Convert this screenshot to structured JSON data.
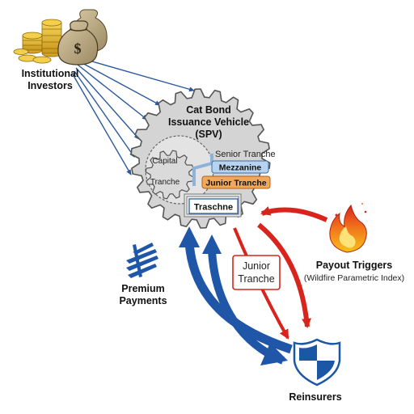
{
  "labels": {
    "investors_line1": "Institutional",
    "investors_line2": "Investors",
    "spv_line1": "Cat Bond",
    "spv_line2": "Issuance Vehicle",
    "spv_line3": "(SPV)",
    "senior_tranche": "Senior Tranche",
    "mezzanine": "Mezzanine",
    "junior_tranche_inner": "Junior Tranche",
    "capital": "Capital",
    "tranche": "Tranche",
    "traschne": "Traschne",
    "premium_line1": "Premium",
    "premium_line2": "Payments",
    "junior_tranche_box_line1": "Junior",
    "junior_tranche_box_line2": "Tranche",
    "payout_line1": "Payout Triggers",
    "payout_line2": "(Wildfire Parametric Index)",
    "reinsurers": "Reinsurers",
    "money_bag_symbol": "$"
  },
  "colors": {
    "investor_arrow": "#2b5a9b",
    "premium_arrow": "#1f56a8",
    "payout_arrow": "#d9241d",
    "gear_fill": "#d4d4d4",
    "gear_stroke": "#555555",
    "mezzanine_fill": "#b7d3ef",
    "junior_fill": "#f2a85a",
    "coin_gold": "#e3b52b",
    "shield_blue": "#1c57a5"
  },
  "icons": [
    "coins-stack-icon",
    "money-bag-icon",
    "gear-icon",
    "tranche-stack-icon",
    "premium-payments-icon",
    "fire-icon",
    "shield-icon"
  ]
}
